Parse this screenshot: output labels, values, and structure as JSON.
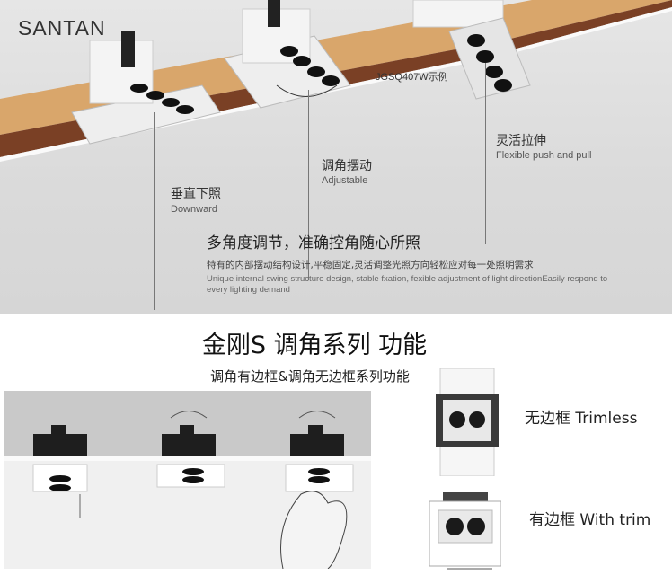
{
  "brand": {
    "logo": "SANTAN"
  },
  "hero": {
    "model_label": "JGSQ407W示例",
    "features": [
      {
        "zh": "垂直下照",
        "en": "Downward"
      },
      {
        "zh": "调角摆动",
        "en": "Adjustable"
      },
      {
        "zh": "灵活拉伸",
        "en": "Flexible push and pull"
      }
    ],
    "headline": "多角度调节，准确控角随心所照",
    "desc_zh": "特有的内部摆动结构设计,平稳固定,灵活调整光照方向轻松应对每一处照明需求",
    "desc_en": "Unique internal swing structure design, stable fxation, fexible adjustment of light directionEasily respond to every lighting demand"
  },
  "section": {
    "title": "金刚S 调角系列 功能",
    "subtitle": "调角有边框&调角无边框系列功能",
    "variants": [
      {
        "label": "无边框 Trimless"
      },
      {
        "label": "有边框 With trim"
      }
    ]
  },
  "colors": {
    "wood_top": "#d9a66b",
    "wood_side": "#7a4025",
    "background": "#d9d9d9"
  }
}
